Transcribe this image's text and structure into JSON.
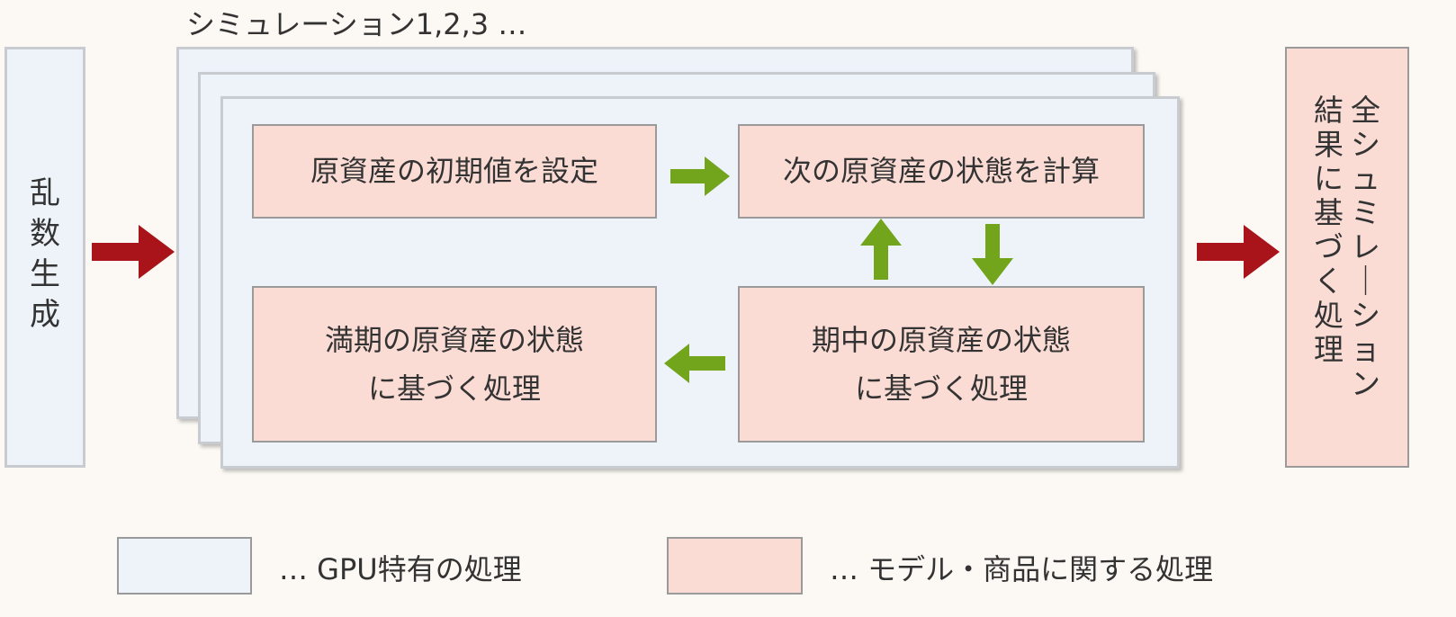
{
  "simulation_label": "シミュレーション1,2,3 …",
  "random_generation": "乱数生成",
  "steps": {
    "initial": "原資産の初期値を設定",
    "next_state": "次の原資産の状態を計算",
    "maturity_line1": "満期の原資産の状態",
    "maturity_line2": "に基づく処理",
    "interim_line1": "期中の原資産の状態",
    "interim_line2": "に基づく処理"
  },
  "result": {
    "col1": "全シュミレーション",
    "col2": "結果に基づく処理"
  },
  "legend": {
    "gpu": "… GPU特有の処理",
    "model": "… モデル・商品に関する処理"
  },
  "colors": {
    "gpu_box": "#eef3fa",
    "model_box": "#fbdcd5",
    "red_arrow": "#a8141a",
    "green_arrow": "#73a51c"
  }
}
